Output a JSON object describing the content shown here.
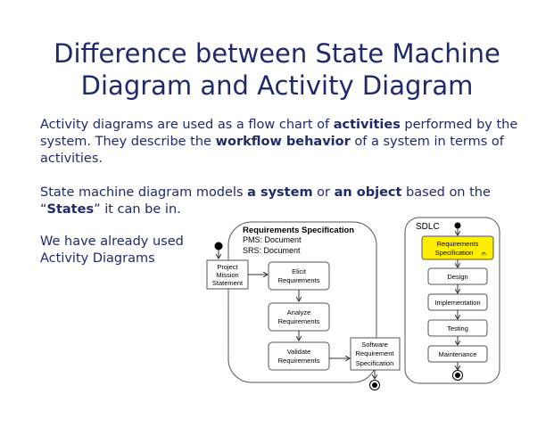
{
  "slide": {
    "title_line1": "Difference between State Machine",
    "title_line2": "Diagram and Activity Diagram",
    "para1": {
      "t1": "Activity diagrams are used as a flow chart of ",
      "b1": "activities",
      "t2": " performed by the system. They describe the ",
      "b2": "workflow behavior",
      "t3": " of a system in terms of activities."
    },
    "para2": {
      "t1": "State machine diagram models ",
      "b1": "a system",
      "t2": " or ",
      "b2": "an object",
      "t3": " based on the “",
      "b3": "States",
      "t4": "” it can be in."
    },
    "para3": "We have already used Activity Diagrams"
  },
  "diagram": {
    "req_spec": {
      "title": "Requirements Specification",
      "pms": "PMS: Document",
      "srs": "SRS: Document"
    },
    "project_mission": [
      "Project",
      "Mission",
      "Statement"
    ],
    "elicit": [
      "Elicit",
      "Requirements"
    ],
    "analyze": [
      "Analyze",
      "Requirements"
    ],
    "validate": [
      "Validate",
      "Requirements"
    ],
    "software_req": [
      "Software",
      "Requirement",
      "Specification"
    ],
    "sdlc": {
      "title": "SDLC",
      "req_spec_active": [
        "Requirements",
        "Specification"
      ],
      "rake_symbol": "⫙",
      "design": "Design",
      "implementation": "Implementation",
      "testing": "Testing",
      "maintenance": "Maintenance"
    },
    "colors": {
      "active_state": "#ffee00",
      "title_text": "#1f2a6b"
    }
  }
}
